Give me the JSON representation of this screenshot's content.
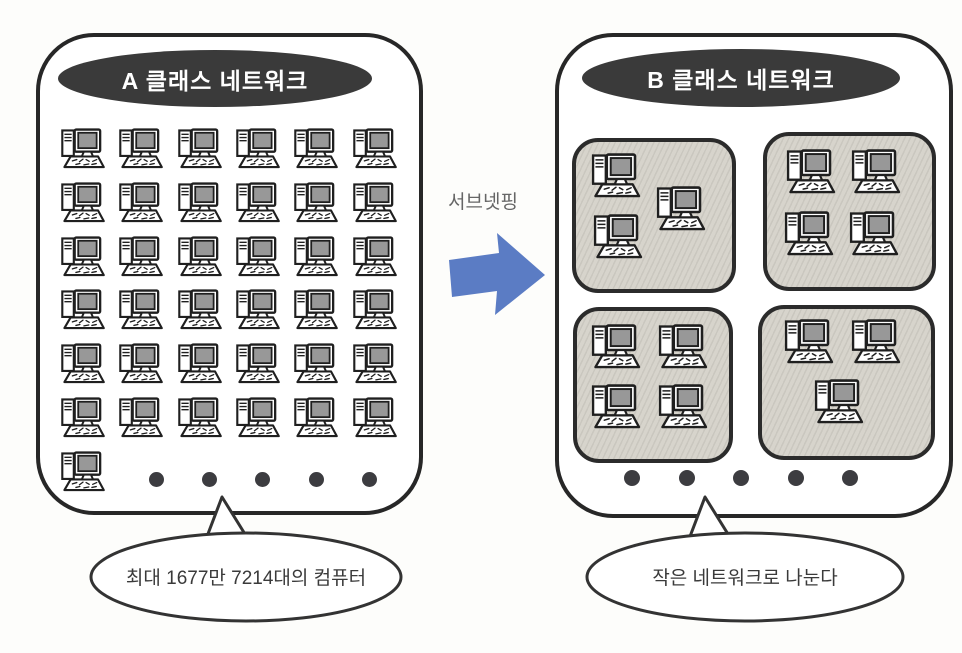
{
  "left_network": {
    "title": "A 클래스 네트워크",
    "computer_grid": {
      "columns": 6,
      "full_rows": 6,
      "extra_computers": 1,
      "total_computers_shown": 37
    },
    "ellipsis_dot_count": 5,
    "caption": "최대 1677만 7214대의 컴퓨터"
  },
  "transition": {
    "label": "서브넷핑",
    "arrow_direction": "right",
    "arrow_color": "#5b7cc4"
  },
  "right_network": {
    "title": "B 클래스 네트워크",
    "ellipsis_dot_count": 5,
    "caption": "작은 네트워크로 나눈다",
    "subnets": [
      {
        "name": "subnet-top-left",
        "computer_count": 3
      },
      {
        "name": "subnet-top-right",
        "computer_count": 4
      },
      {
        "name": "subnet-bottom-left",
        "computer_count": 4
      },
      {
        "name": "subnet-bottom-right",
        "computer_count": 3
      }
    ]
  },
  "colors": {
    "title_pill_bg": "#3a3a3a",
    "title_text": "#ffffff",
    "box_border": "#272727",
    "subnet_fill": "#d7d4cc",
    "screen_gray": "#989898",
    "dot_color": "#3c3c40",
    "bubble_border": "#333333",
    "label_text": "#666666"
  }
}
